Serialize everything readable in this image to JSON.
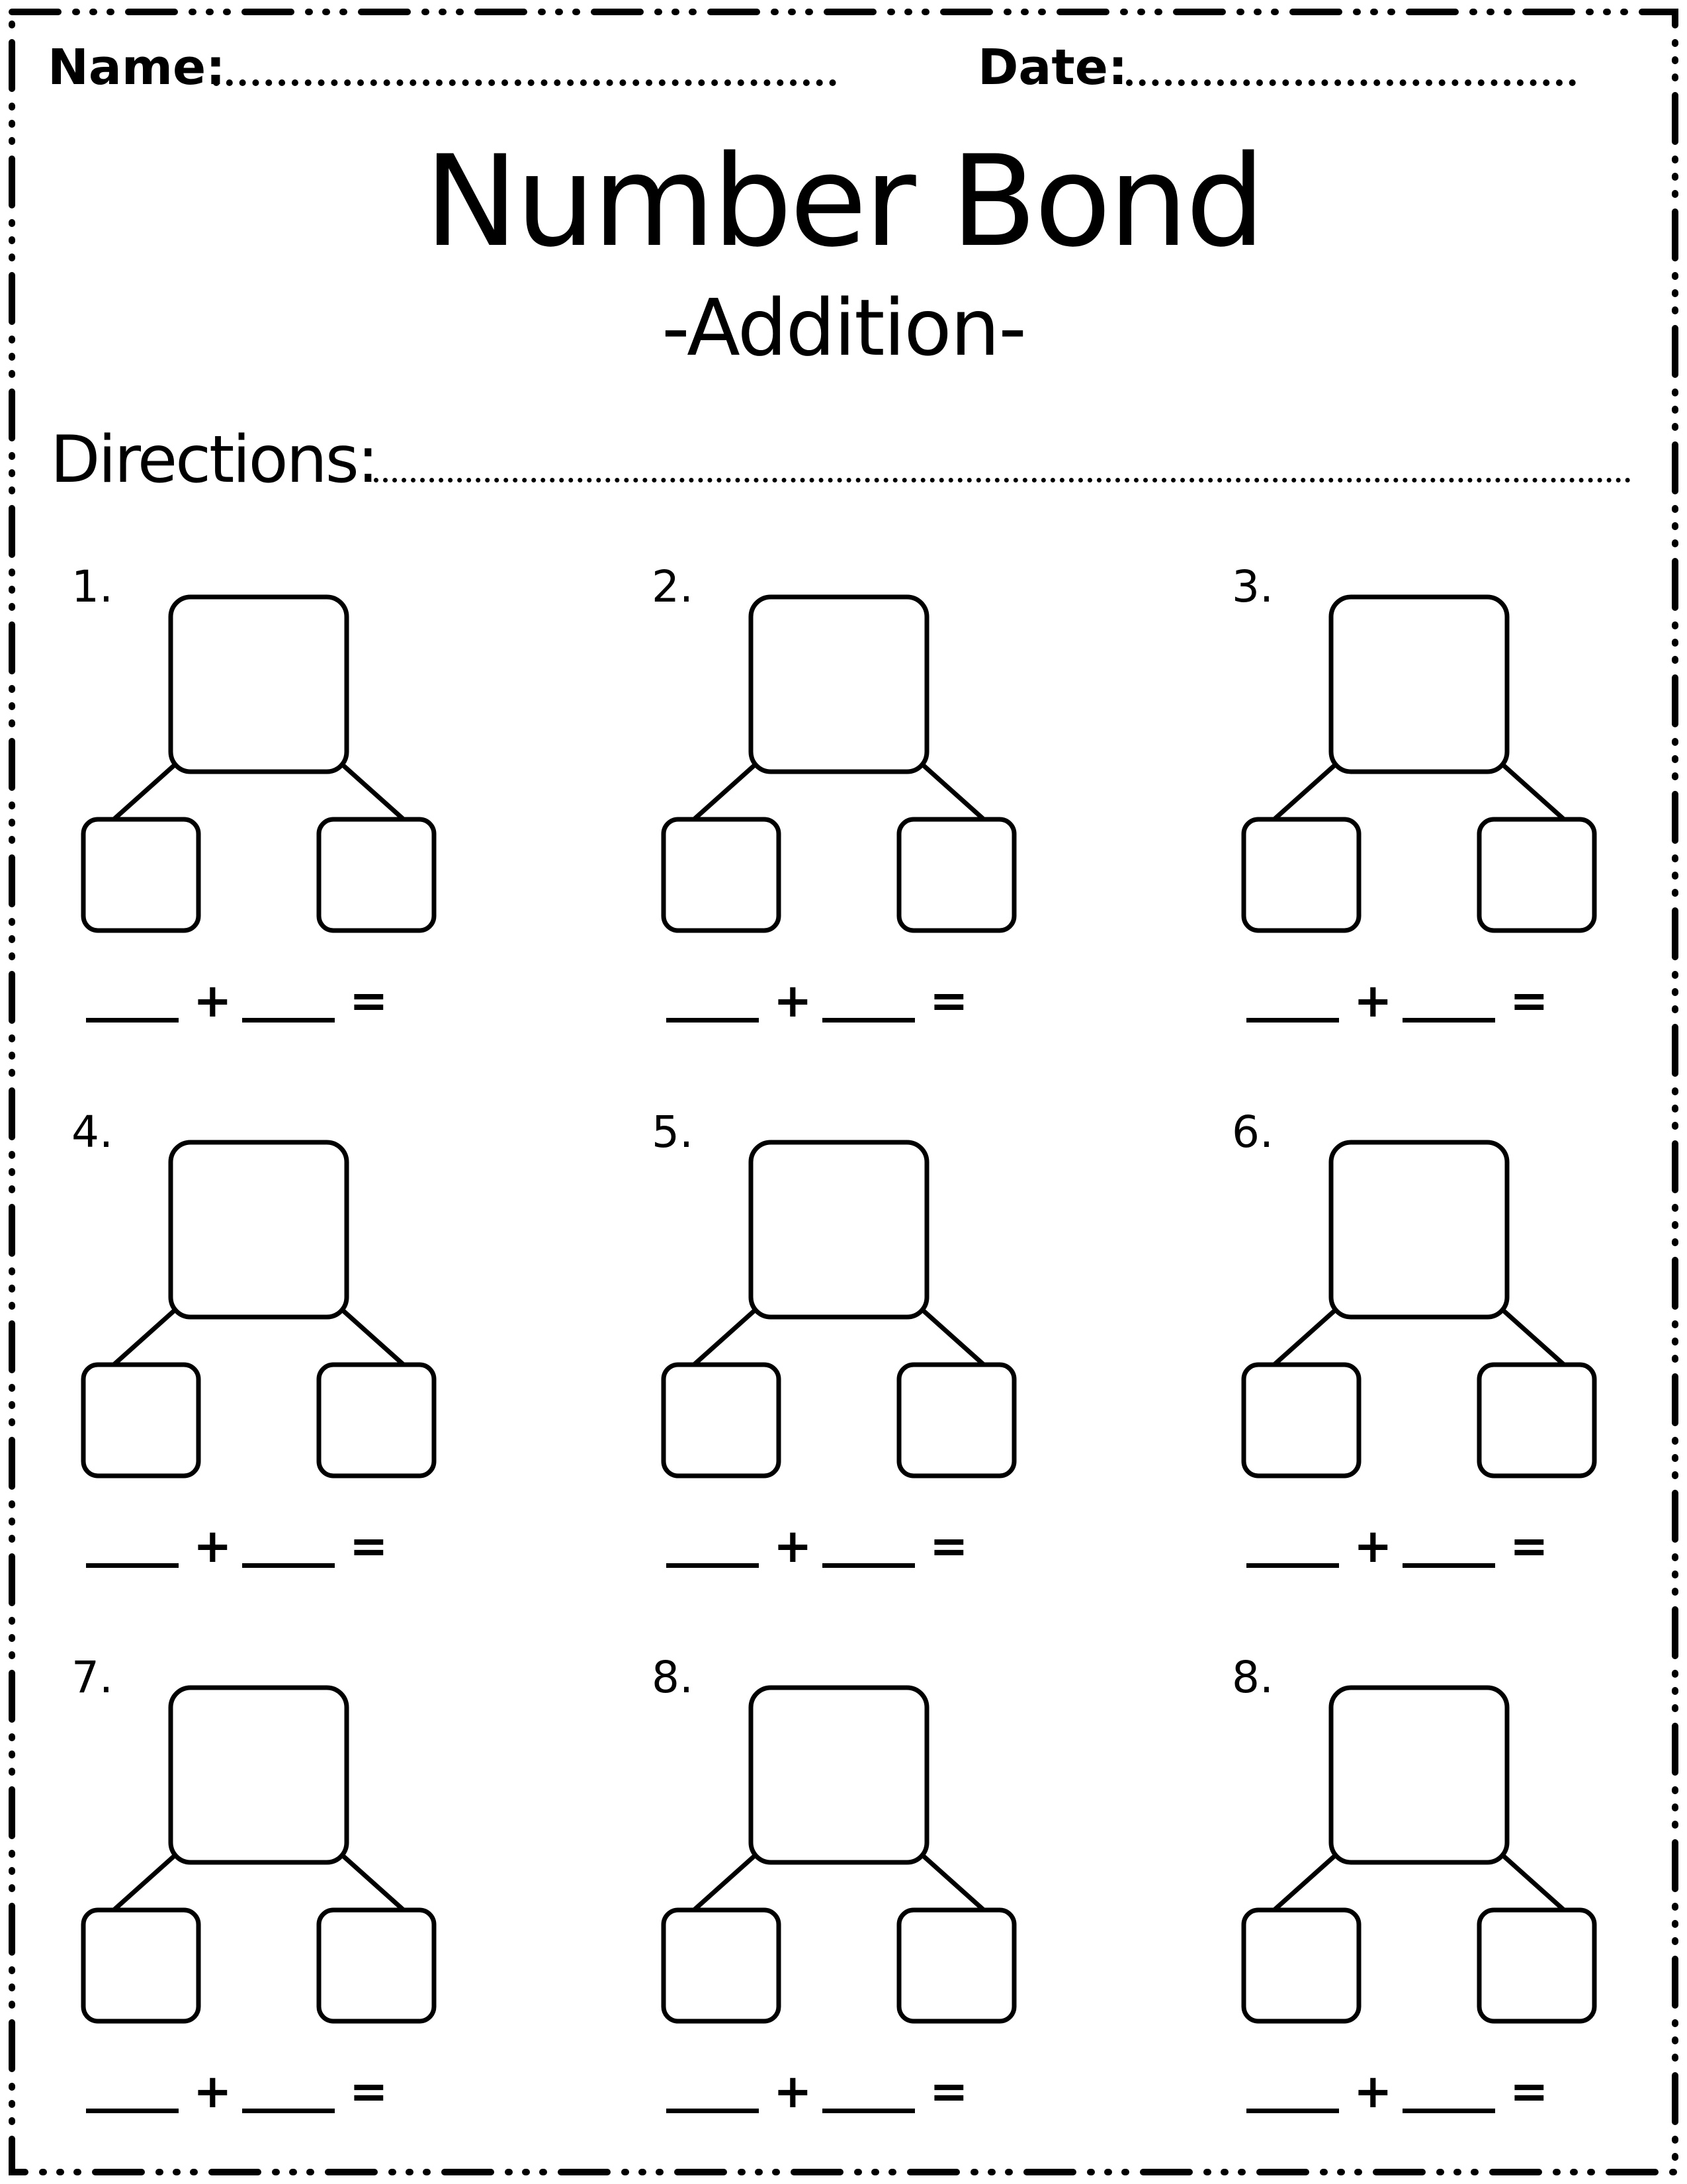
{
  "header": {
    "name_label": "Name:",
    "date_label": "Date:"
  },
  "title": "Number Bond",
  "subtitle": "-Addition-",
  "directions_label": "Directions:",
  "problems": [
    {
      "number": "1."
    },
    {
      "number": "2."
    },
    {
      "number": "3."
    },
    {
      "number": "4."
    },
    {
      "number": "5."
    },
    {
      "number": "6."
    },
    {
      "number": "7."
    },
    {
      "number": "8."
    },
    {
      "number": "8."
    }
  ],
  "equation": {
    "plus": "+",
    "equals": "="
  }
}
